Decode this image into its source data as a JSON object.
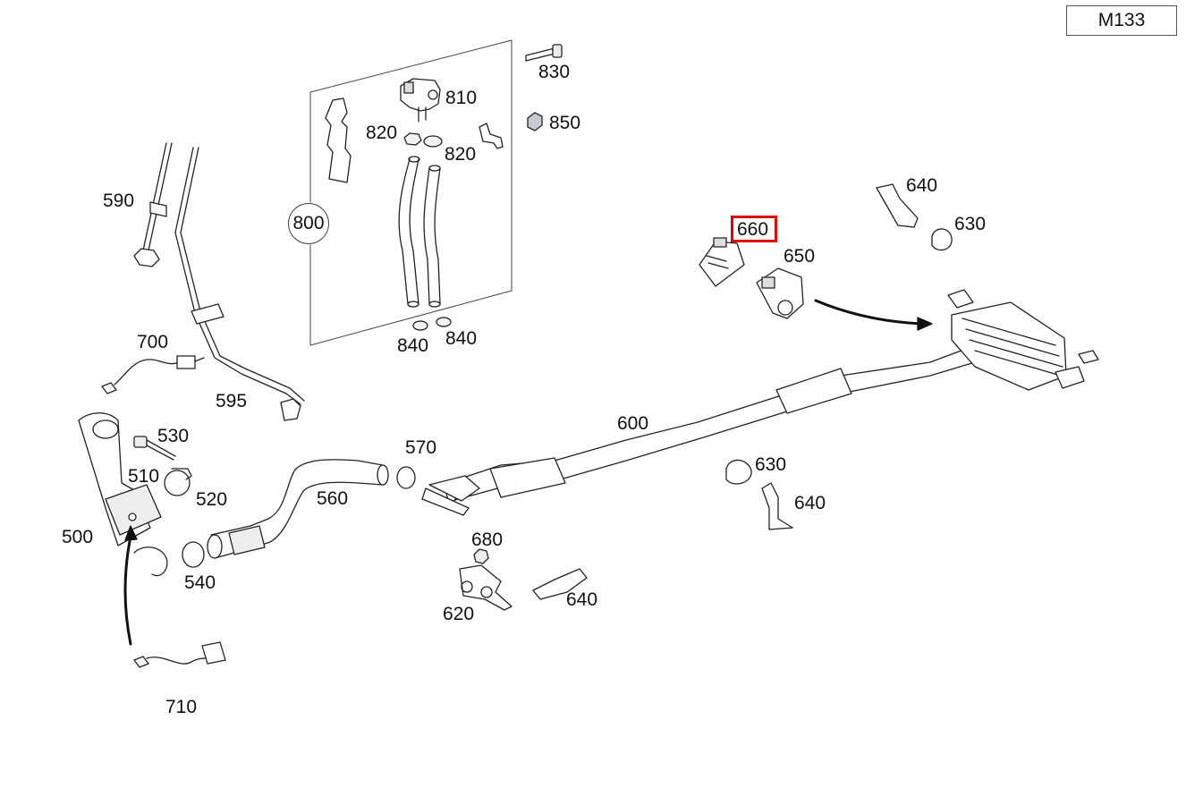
{
  "engine_code": "M133",
  "highlighted_part": "660",
  "group_callout": "800",
  "parts": {
    "p500": "500",
    "p510": "510",
    "p520": "520",
    "p530": "530",
    "p540": "540",
    "p560": "560",
    "p570": "570",
    "p590": "590",
    "p595": "595",
    "p600": "600",
    "p620": "620",
    "p630a": "630",
    "p630b": "630",
    "p640a": "640",
    "p640b": "640",
    "p640c": "640",
    "p650": "650",
    "p660": "660",
    "p680": "680",
    "p700": "700",
    "p710": "710",
    "p810": "810",
    "p820a": "820",
    "p820b": "820",
    "p830": "830",
    "p840a": "840",
    "p840b": "840",
    "p850": "850"
  }
}
